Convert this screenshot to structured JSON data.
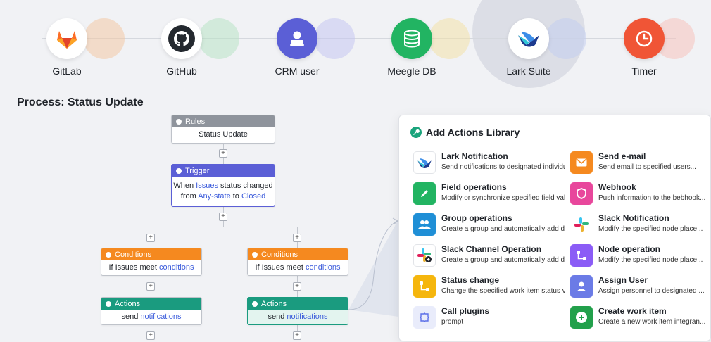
{
  "integrations": [
    {
      "label": "GitLab",
      "icon": "gitlab-icon",
      "color": "#fc6d26",
      "halo": "#f3c9a4"
    },
    {
      "label": "GitHub",
      "icon": "github-icon",
      "color": "#24292f",
      "halo": "#b8e3c4"
    },
    {
      "label": "CRM user",
      "icon": "crm-user-icon",
      "color": "#5b5fd6",
      "halo": "#c4c6f0"
    },
    {
      "label": "Meegle DB",
      "icon": "database-icon",
      "color": "#22b462",
      "halo": "#f2e2a8"
    },
    {
      "label": "Lark Suite",
      "icon": "lark-icon",
      "color": "#ffffff",
      "halo": "#c3cdee"
    },
    {
      "label": "Timer",
      "icon": "timer-icon",
      "color": "#f05536",
      "halo": "#f6c3bb"
    }
  ],
  "process": {
    "title": "Process: Status Update",
    "rules": {
      "header": "Rules",
      "body": "Status Update"
    },
    "trigger": {
      "header": "Trigger",
      "line1_pre": "When ",
      "line1_kw": "Issues",
      "line1_post": " status changed",
      "line2_pre": "from ",
      "line2_kw1": "Any-state",
      "line2_mid": " to ",
      "line2_kw2": "Closed"
    },
    "branches": [
      {
        "conditions": {
          "header": "Conditions",
          "pre": "If Issues meet ",
          "kw": "conditions"
        },
        "actions": {
          "header": "Actions",
          "pre": "send ",
          "kw": "notifications"
        }
      },
      {
        "conditions": {
          "header": "Conditions",
          "pre": "If Issues meet ",
          "kw": "conditions"
        },
        "actions": {
          "header": "Actions",
          "pre": "send ",
          "kw": "notifications"
        }
      }
    ],
    "plus": "+"
  },
  "library": {
    "title": "Add Actions Library",
    "actions": [
      {
        "name": "Lark Notification",
        "desc": "Send notifications to designated individu...",
        "icon": "lark-icon",
        "color": "#ffffff"
      },
      {
        "name": "Send e-mail",
        "desc": "Send email to specified users...",
        "icon": "mail-icon",
        "color": "#f5891f"
      },
      {
        "name": "Field operations",
        "desc": "Modify or synchronize specified field val...",
        "icon": "pencil-icon",
        "color": "#22b462"
      },
      {
        "name": "Webhook",
        "desc": "Push information to the bebhook...",
        "icon": "shield-icon",
        "color": "#e8479c"
      },
      {
        "name": "Group operations",
        "desc": "Create a group and automatically add de...",
        "icon": "group-icon",
        "color": "#1f8fd6"
      },
      {
        "name": "Slack Notification",
        "desc": "Modify the specified node place...",
        "icon": "slack-icon",
        "color": "#ffffff"
      },
      {
        "name": "Slack Channel Operation",
        "desc": "Create a group and automatically add de...",
        "icon": "slack-channel-icon",
        "color": "#ffffff"
      },
      {
        "name": "Node operation",
        "desc": "Modify the specified node place...",
        "icon": "node-icon",
        "color": "#8b5cf6"
      },
      {
        "name": "Status change",
        "desc": "Change the specified work item status v...",
        "icon": "status-icon",
        "color": "#f5b60d"
      },
      {
        "name": "Assign User",
        "desc": "Assign personnel to designated ...",
        "icon": "user-icon",
        "color": "#6b7be6"
      },
      {
        "name": "Call plugins",
        "desc": "prompt",
        "icon": "plugin-icon",
        "color": "#5b6ee8"
      },
      {
        "name": "Create work item",
        "desc": "Create a new work item integran...",
        "icon": "plus-circle-icon",
        "color": "#22a04b"
      }
    ]
  }
}
